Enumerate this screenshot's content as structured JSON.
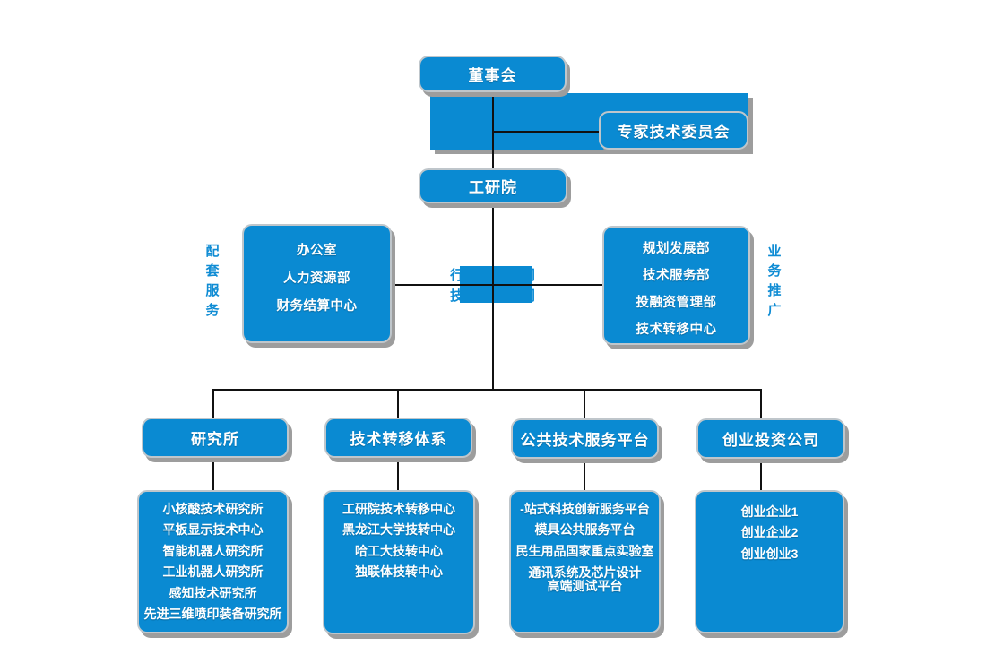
{
  "colors": {
    "node_blue": "#0a8ad2",
    "border_silver": "#bfc6cb",
    "shadow_gray": "#9d9d9d",
    "connector_black": "#111111",
    "side_label_blue": "#0f8cd4",
    "text_white": "#ffffff",
    "canvas_white": "#ffffff"
  },
  "nodes": {
    "board": "董事会",
    "expert_committee": "专家技术委员会",
    "institute": "工研院"
  },
  "support_group": {
    "vertical_label": [
      "配",
      "套",
      "服",
      "务"
    ],
    "items": [
      "办公室",
      "人力资源部",
      "财务结算中心"
    ]
  },
  "business_group": {
    "vertical_label": [
      "业",
      "务",
      "推",
      "广"
    ],
    "items": [
      "规划发展部",
      "技术服务部",
      "投融资管理部",
      "技术转移中心"
    ]
  },
  "center_overlapped_text": {
    "lines": [
      "行政管理部门",
      "技术管理部门"
    ]
  },
  "columns": [
    {
      "header": "研究所",
      "items": [
        "小核酸技术研究所",
        "平板显示技术中心",
        "智能机器人研究所",
        "工业机器人研究所",
        "感知技术研究所",
        "先进三维喷印装备研究所"
      ]
    },
    {
      "header": "技术转移体系",
      "items": [
        "工研院技术转移中心",
        "黑龙江大学技转中心",
        "哈工大技转中心",
        "独联体技转中心"
      ]
    },
    {
      "header": "公共技术服务平台",
      "items": [
        "-站式科技创新服务平台",
        "模具公共服务平台",
        "民生用品国家重点实验室",
        "通讯系统及芯片设计\n高端测试平台"
      ]
    },
    {
      "header": "创业投资公司",
      "items": [
        "创业企业1",
        "创业企业2",
        "创业创业3"
      ]
    }
  ]
}
